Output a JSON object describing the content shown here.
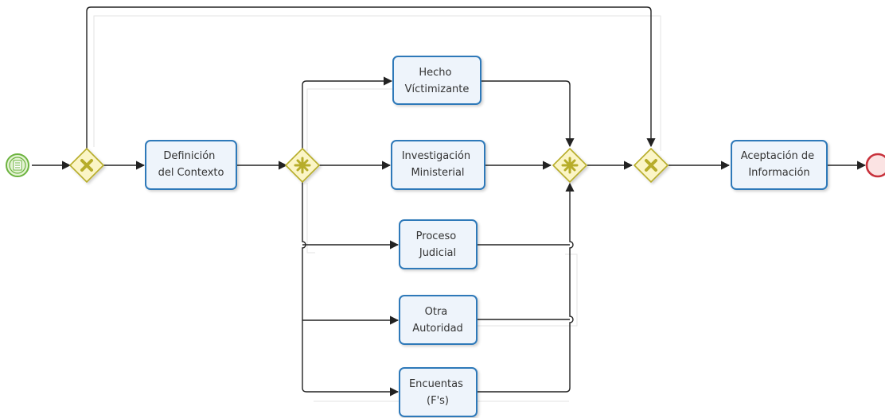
{
  "tasks": {
    "definicion": [
      "Definición",
      "del Contexto"
    ],
    "hecho": [
      "Hecho",
      "Víctimizante"
    ],
    "investigacion": [
      "Investigación",
      "Ministerial"
    ],
    "proceso": [
      "Proceso",
      "Judicial"
    ],
    "otra": [
      "Otra",
      "Autoridad"
    ],
    "encuentas": [
      "Encuentas",
      "(F's)"
    ],
    "aceptacion": [
      "Aceptación de",
      "Información"
    ]
  },
  "colors": {
    "task_fill": "#eef4fb",
    "task_stroke": "#2e79b9",
    "gateway_fill": "#fbf5c6",
    "gateway_stroke": "#b7ad2a",
    "start_fill": "#e4f3d4",
    "start_stroke": "#6cb33f",
    "end_fill": "#fbe3e3",
    "end_stroke": "#c8323c",
    "flow": "#222222"
  }
}
